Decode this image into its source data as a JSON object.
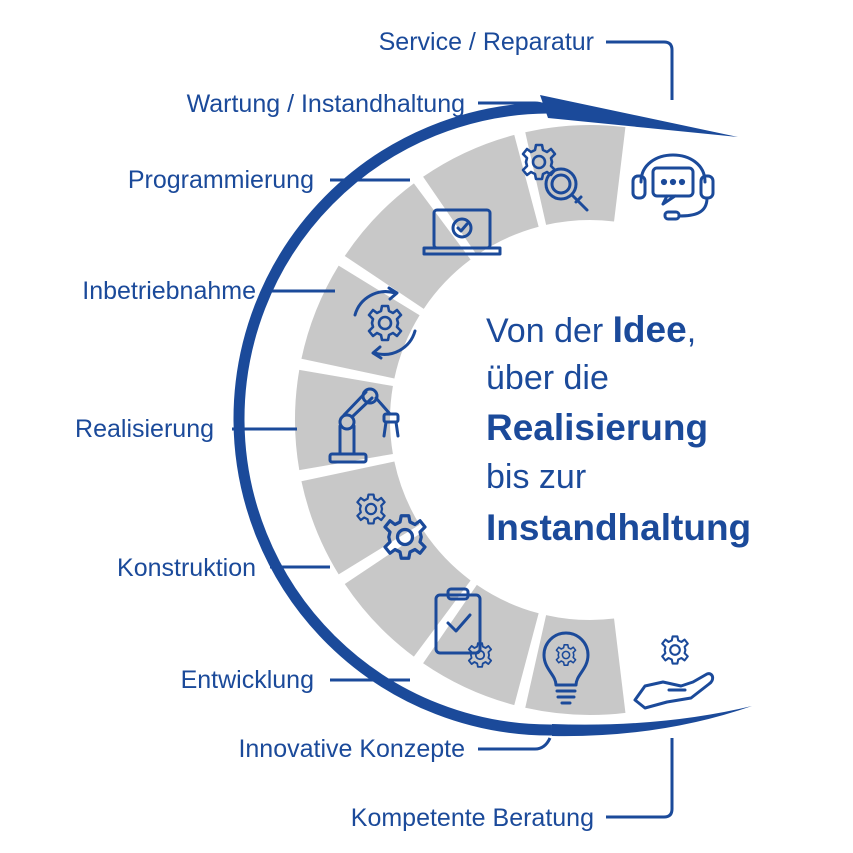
{
  "colors": {
    "brand_blue": "#1b4a9a",
    "segment_gray": "#c8c8c8",
    "icon_blue": "#1b4a9a"
  },
  "labels": [
    {
      "id": "service",
      "text": "Service / Reparatur",
      "icon": "headset-chat-icon"
    },
    {
      "id": "wartung",
      "text": "Wartung / Instandhaltung",
      "icon": "gear-magnifier-icon"
    },
    {
      "id": "programmierung",
      "text": "Programmierung",
      "icon": "laptop-check-icon"
    },
    {
      "id": "inbetriebnahme",
      "text": "Inbetriebnahme",
      "icon": "gear-cycle-icon"
    },
    {
      "id": "realisierung",
      "text": "Realisierung",
      "icon": "robot-arm-icon"
    },
    {
      "id": "konstruktion",
      "text": "Konstruktion",
      "icon": "gears-icon"
    },
    {
      "id": "entwicklung",
      "text": "Entwicklung",
      "icon": "clipboard-check-gear-icon"
    },
    {
      "id": "innovative",
      "text": "Innovative Konzepte",
      "icon": "lightbulb-gear-icon"
    },
    {
      "id": "beratung",
      "text": "Kompetente Beratung",
      "icon": "hand-gear-icon"
    }
  ],
  "center_text": {
    "line1_pre": "Von der ",
    "line1_bold": "Idee",
    "line1_post": ",",
    "line2": "über die",
    "line3_bold": "Realisierung",
    "line4": "bis zur",
    "line5_bold": "Instandhaltung"
  }
}
